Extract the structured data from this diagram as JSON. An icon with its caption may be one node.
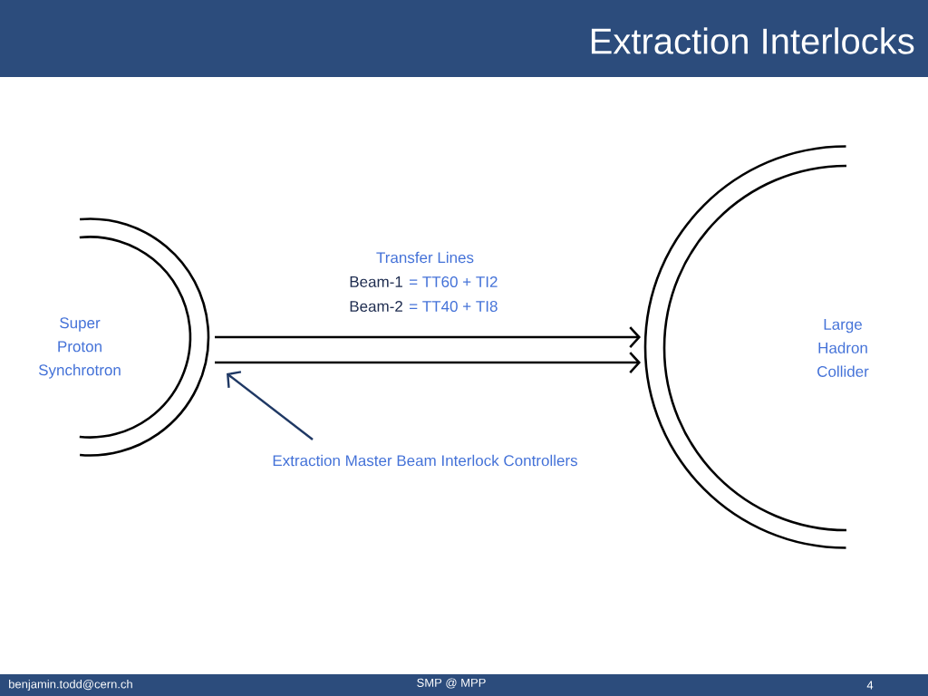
{
  "diagram": {
    "title": "Extraction Interlocks",
    "nodes": [
      {
        "text": [
          "Super Proton Synchrotron"
        ]
      },
      {
        "text": [
          "Large Hadron Collider"
        ]
      },
      {
        "text": [
          "Extraction Master Beam Interlock Controllers"
        ]
      }
    ],
    "edges": [
      {
        "from": 0,
        "to": 1,
        "arrow": "to"
      },
      {
        "from": 0,
        "to": 1,
        "arrow": "to"
      },
      {
        "from": 2,
        "to": 0,
        "arrow": "to",
        "color": "#1f3864"
      }
    ],
    "labels": [
      "Transfer Lines",
      "Beam-1",
      "= TT60 + TI2",
      "Beam-2",
      "= TT40 + TI8",
      "benjamin.todd@cern.ch",
      "SMP @ MPP",
      "4"
    ]
  }
}
